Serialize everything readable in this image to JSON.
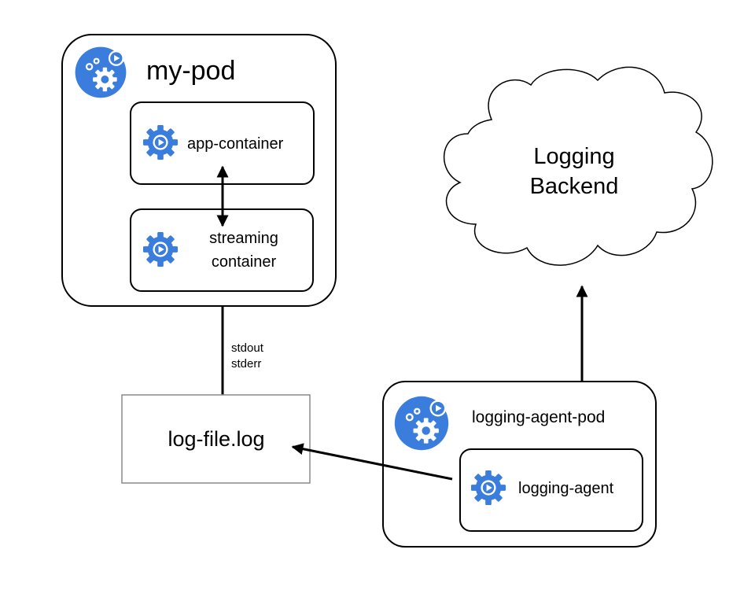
{
  "pod": {
    "title": "my-pod",
    "icon": "pod-gears-icon",
    "containers": [
      {
        "label": "app-container",
        "icon": "container-gear-icon"
      },
      {
        "label_lines": [
          "streaming",
          "container"
        ],
        "icon": "container-gear-icon"
      }
    ]
  },
  "output_label_lines": [
    "stdout",
    "stderr"
  ],
  "log_file": {
    "label": "log-file.log"
  },
  "backend": {
    "label_lines": [
      "Logging",
      "Backend"
    ]
  },
  "agent_pod": {
    "title": "logging-agent-pod",
    "icon": "pod-gears-icon",
    "container": {
      "label": "logging-agent",
      "icon": "container-gear-icon"
    }
  },
  "colors": {
    "icon_blue": "#3b7ddd",
    "stroke": "#000000",
    "log_box_border": "#8a8a8a",
    "background": "#ffffff"
  }
}
